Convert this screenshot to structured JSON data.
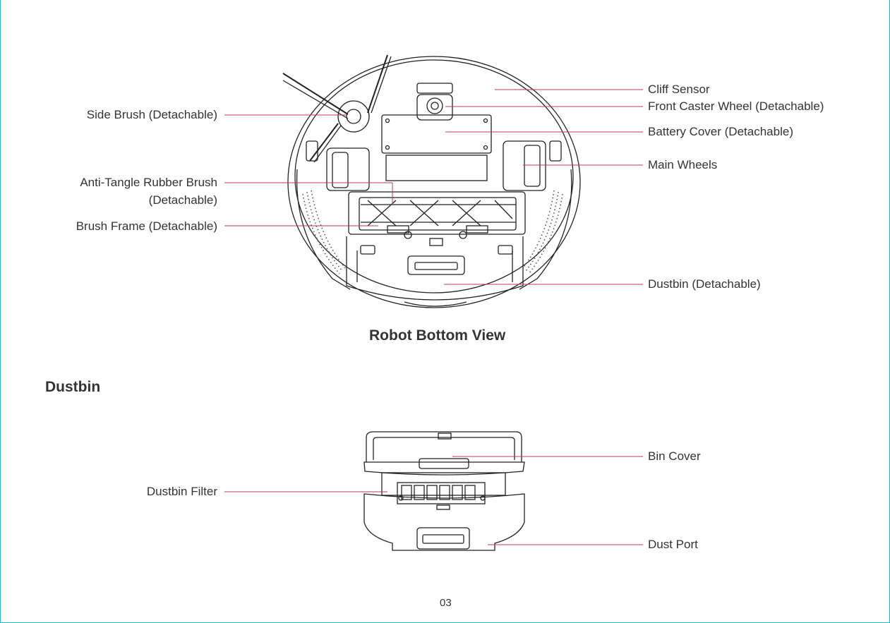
{
  "page_number": "03",
  "robot": {
    "caption": "Robot Bottom View",
    "labels": {
      "side_brush": "Side Brush (Detachable)",
      "anti_tangle_line1": "Anti-Tangle Rubber Brush",
      "anti_tangle_line2": "(Detachable)",
      "brush_frame": "Brush Frame (Detachable)",
      "cliff_sensor": "Cliff Sensor",
      "front_caster": "Front Caster Wheel (Detachable)",
      "battery_cover": "Battery Cover (Detachable)",
      "main_wheels": "Main Wheels",
      "dustbin": "Dustbin (Detachable)"
    }
  },
  "dustbin_section": {
    "heading": "Dustbin",
    "labels": {
      "bin_cover": "Bin Cover",
      "dustbin_filter": "Dustbin Filter",
      "dust_port": "Dust Port"
    }
  },
  "colors": {
    "leader_line": "#c0394b",
    "frame_accent": "#23b6d6",
    "drawing_stroke": "#222222"
  }
}
